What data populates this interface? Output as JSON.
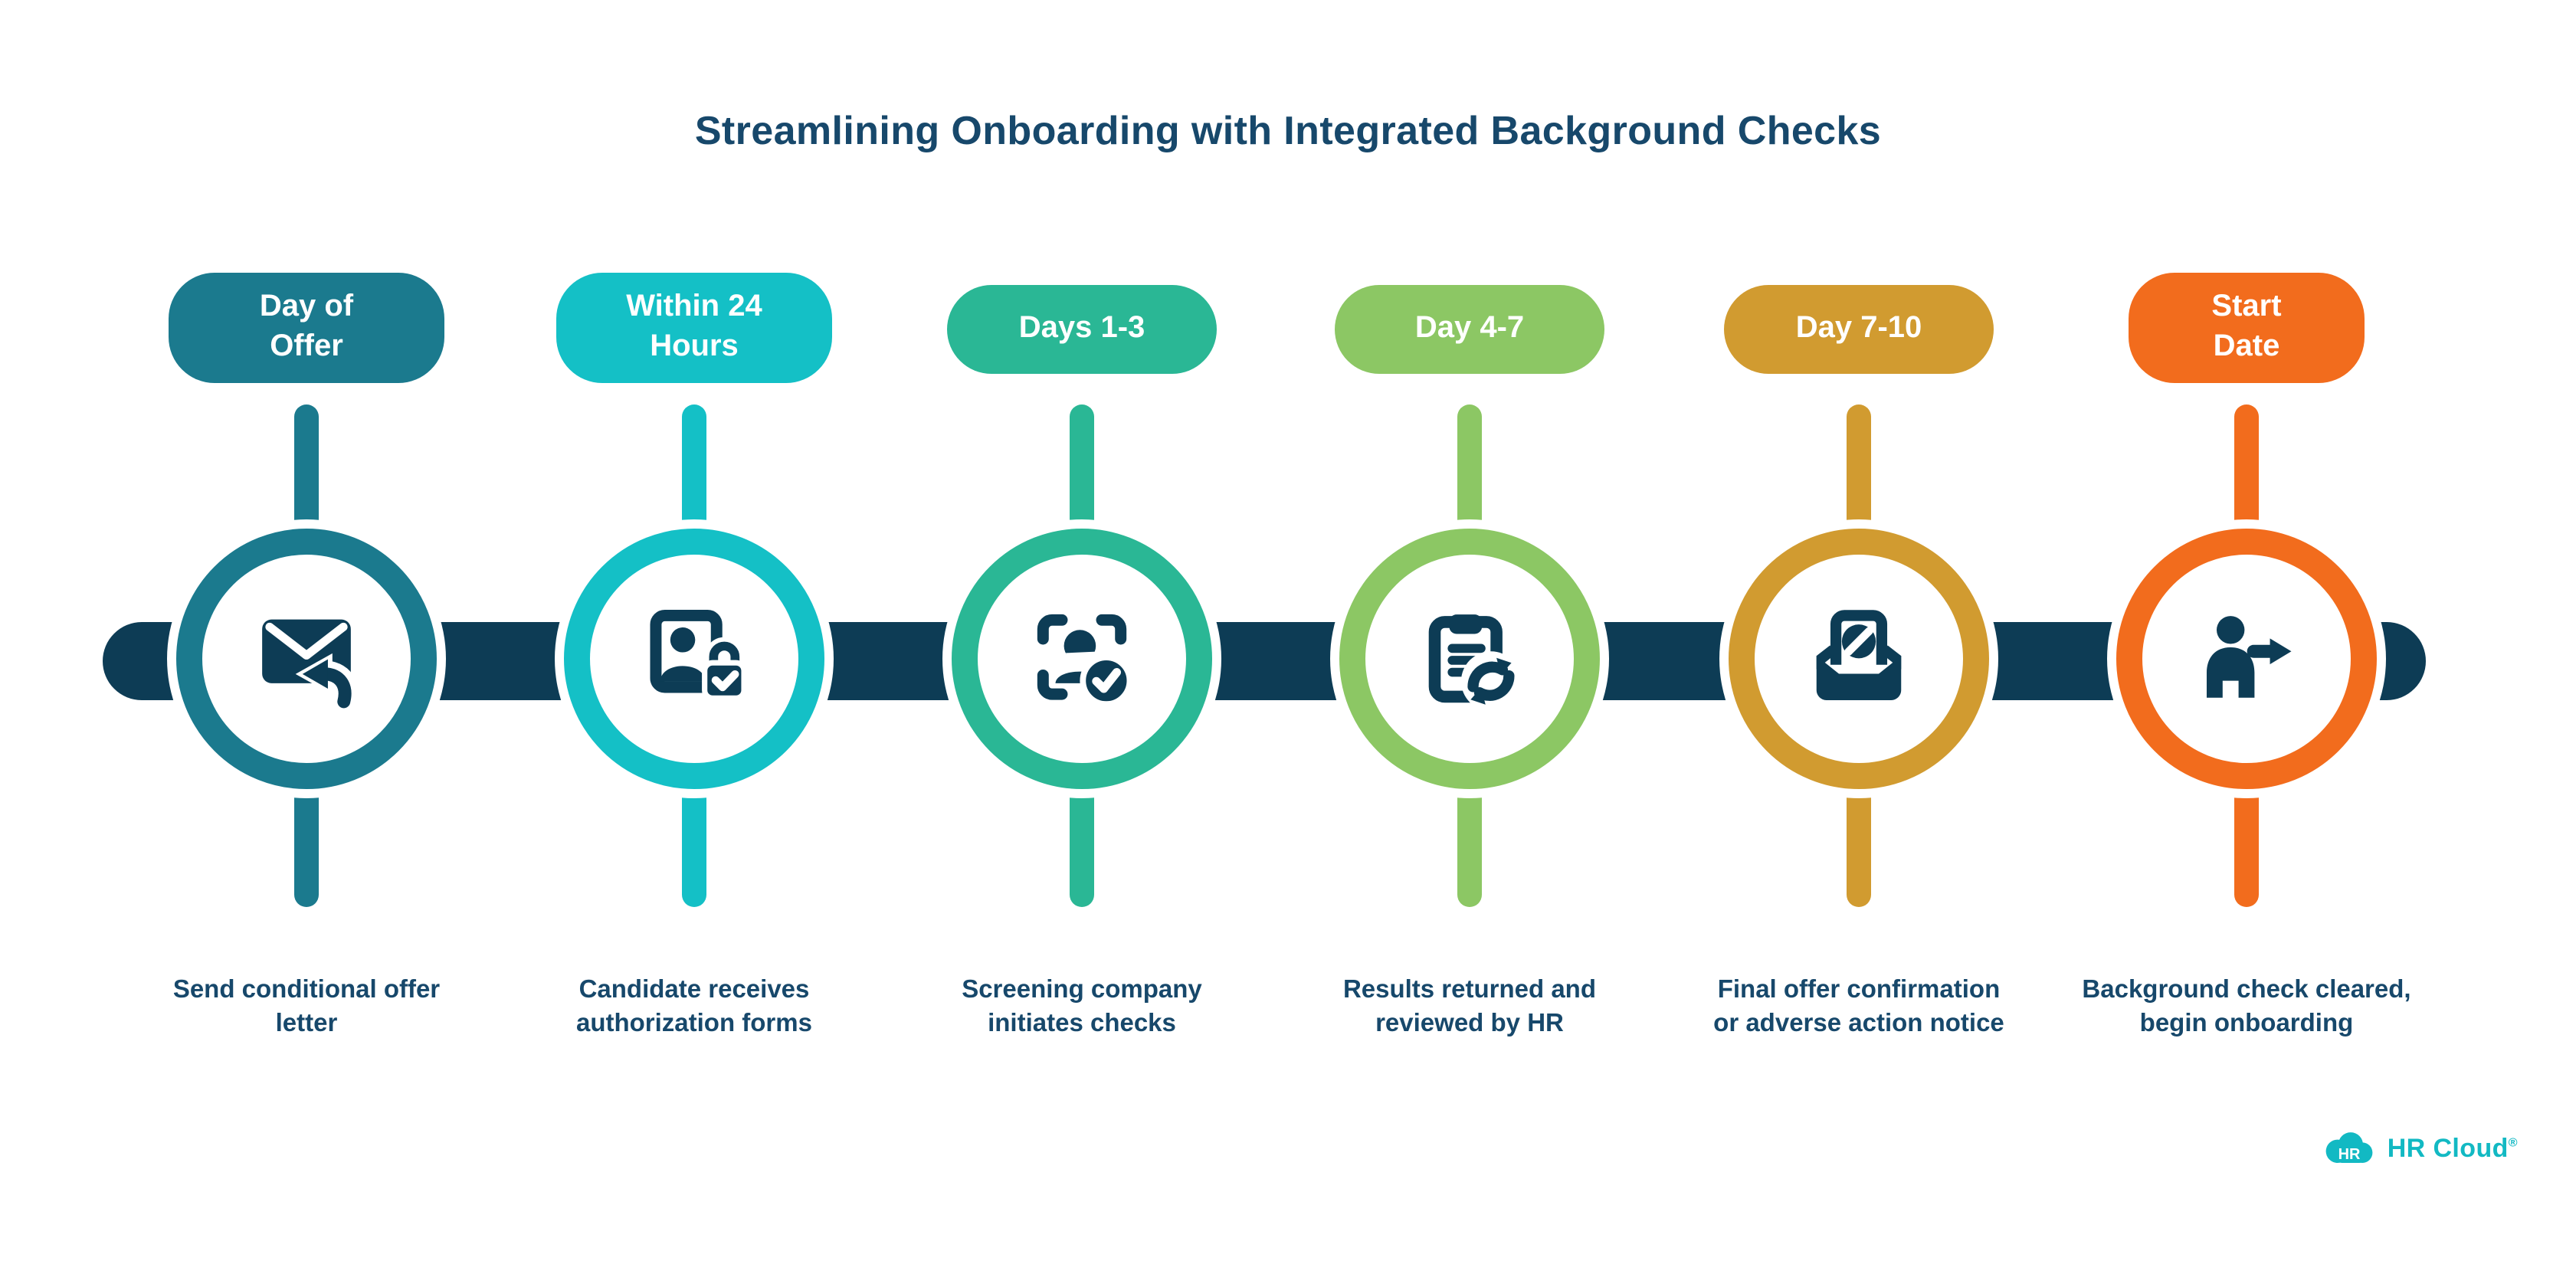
{
  "title": "Streamlining Onboarding with Integrated Background Checks",
  "palette": {
    "navy": "#0d3c55",
    "text_navy": "#17486b",
    "background": "#ffffff"
  },
  "steps": [
    {
      "badge_lines": [
        "Day of",
        "Offer"
      ],
      "color": "#1b7a8e",
      "icon": "mail-reply-icon",
      "desc_lines": [
        "Send conditional offer",
        "letter"
      ]
    },
    {
      "badge_lines": [
        "Within 24",
        "Hours"
      ],
      "color": "#14c0c6",
      "icon": "id-badge-lock-icon",
      "desc_lines": [
        "Candidate receives",
        "authorization forms"
      ]
    },
    {
      "badge_lines": [
        "Days 1-3"
      ],
      "color": "#2ab795",
      "icon": "person-scan-check-icon",
      "desc_lines": [
        "Screening company",
        "initiates checks"
      ]
    },
    {
      "badge_lines": [
        "Day 4-7"
      ],
      "color": "#8cc764",
      "icon": "clipboard-sync-icon",
      "desc_lines": [
        "Results returned and",
        "reviewed by HR"
      ]
    },
    {
      "badge_lines": [
        "Day 7-10"
      ],
      "color": "#d19b30",
      "icon": "inbox-blocked-icon",
      "desc_lines": [
        "Final offer confirmation",
        "or adverse action notice"
      ]
    },
    {
      "badge_lines": [
        "Start",
        "Date"
      ],
      "color": "#f26c1d",
      "icon": "person-arrow-icon",
      "desc_lines": [
        "Background check cleared,",
        "begin onboarding"
      ]
    }
  ],
  "logo": {
    "mark": "HR",
    "name": "HR Cloud",
    "registered": "®",
    "color": "#12b9c3"
  }
}
